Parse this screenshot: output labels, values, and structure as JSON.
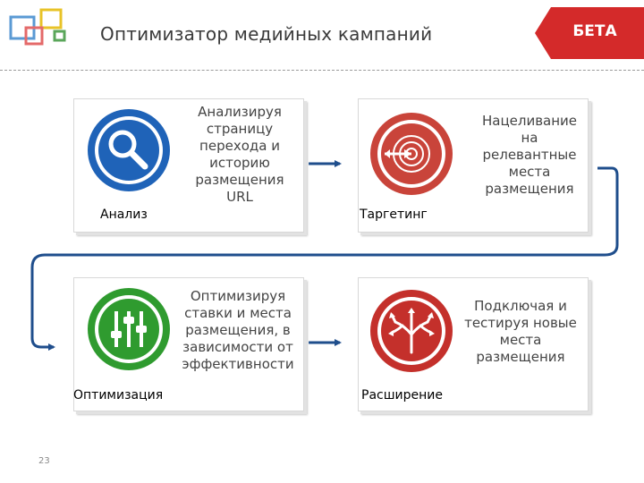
{
  "header": {
    "title": "Оптимизатор медийных кампаний",
    "badge": "БЕТА"
  },
  "steps": [
    {
      "label": "Анализ",
      "description": "Анализируя страницу перехода и историю размещения URL",
      "icon": "magnifier-icon",
      "color": "#1f63b8"
    },
    {
      "label": "Таргетинг",
      "description": "Нацеливание на релевантные места размещения",
      "icon": "target-icon",
      "color": "#c9443a"
    },
    {
      "label": "Оптимизация",
      "description": "Оптимизируя ставки и места размещения, в зависимости от эффективности",
      "icon": "sliders-icon",
      "color": "#2f9b2f"
    },
    {
      "label": "Расширение",
      "description": "Подключая и тестируя новые места размещения",
      "icon": "branching-tree-icon",
      "color": "#c4302b"
    }
  ],
  "footer": {
    "page_number": "23"
  },
  "colors": {
    "flow_arrow": "#1f4e8c",
    "badge": "#d42a2a"
  }
}
